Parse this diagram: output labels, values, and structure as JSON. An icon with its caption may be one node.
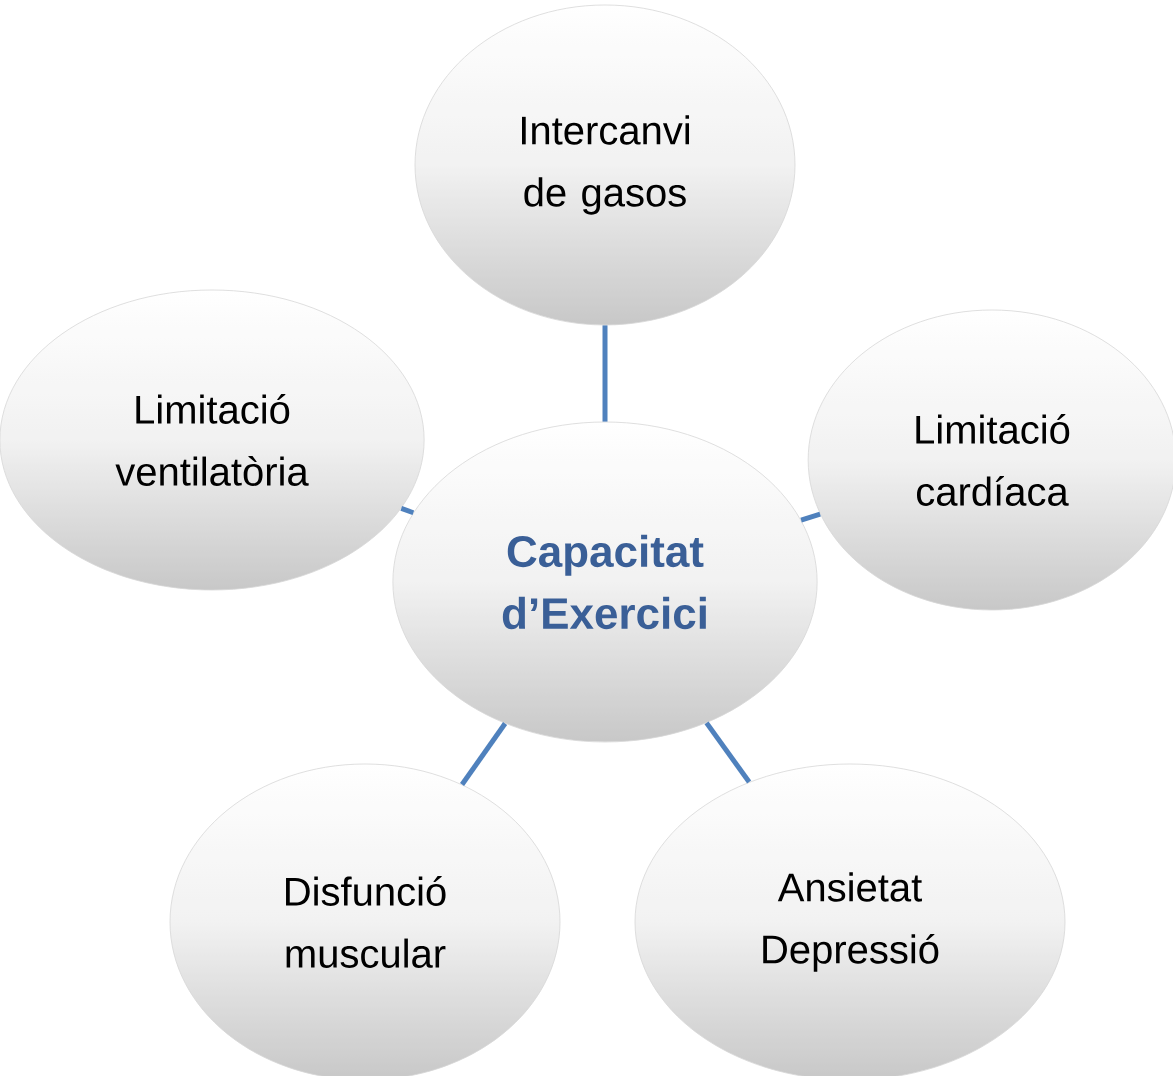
{
  "diagram": {
    "nodes": [
      {
        "text": [
          "Intercanvi de gasos"
        ]
      },
      {
        "text": [
          "Limitació ventilatòria"
        ]
      },
      {
        "text": [
          "Limitació cardíaca"
        ]
      },
      {
        "text": [
          "Capacitat d’Exercici"
        ]
      },
      {
        "text": [
          "Disfunció muscular"
        ]
      },
      {
        "text": [
          "Ansietat Depressió"
        ]
      }
    ],
    "edges": [
      {
        "from": 3,
        "to": 0,
        "arrow": "none"
      },
      {
        "from": 3,
        "to": 1,
        "arrow": "none"
      },
      {
        "from": 3,
        "to": 2,
        "arrow": "none"
      },
      {
        "from": 3,
        "to": 4,
        "arrow": "none"
      },
      {
        "from": 3,
        "to": 5,
        "arrow": "none"
      }
    ]
  }
}
